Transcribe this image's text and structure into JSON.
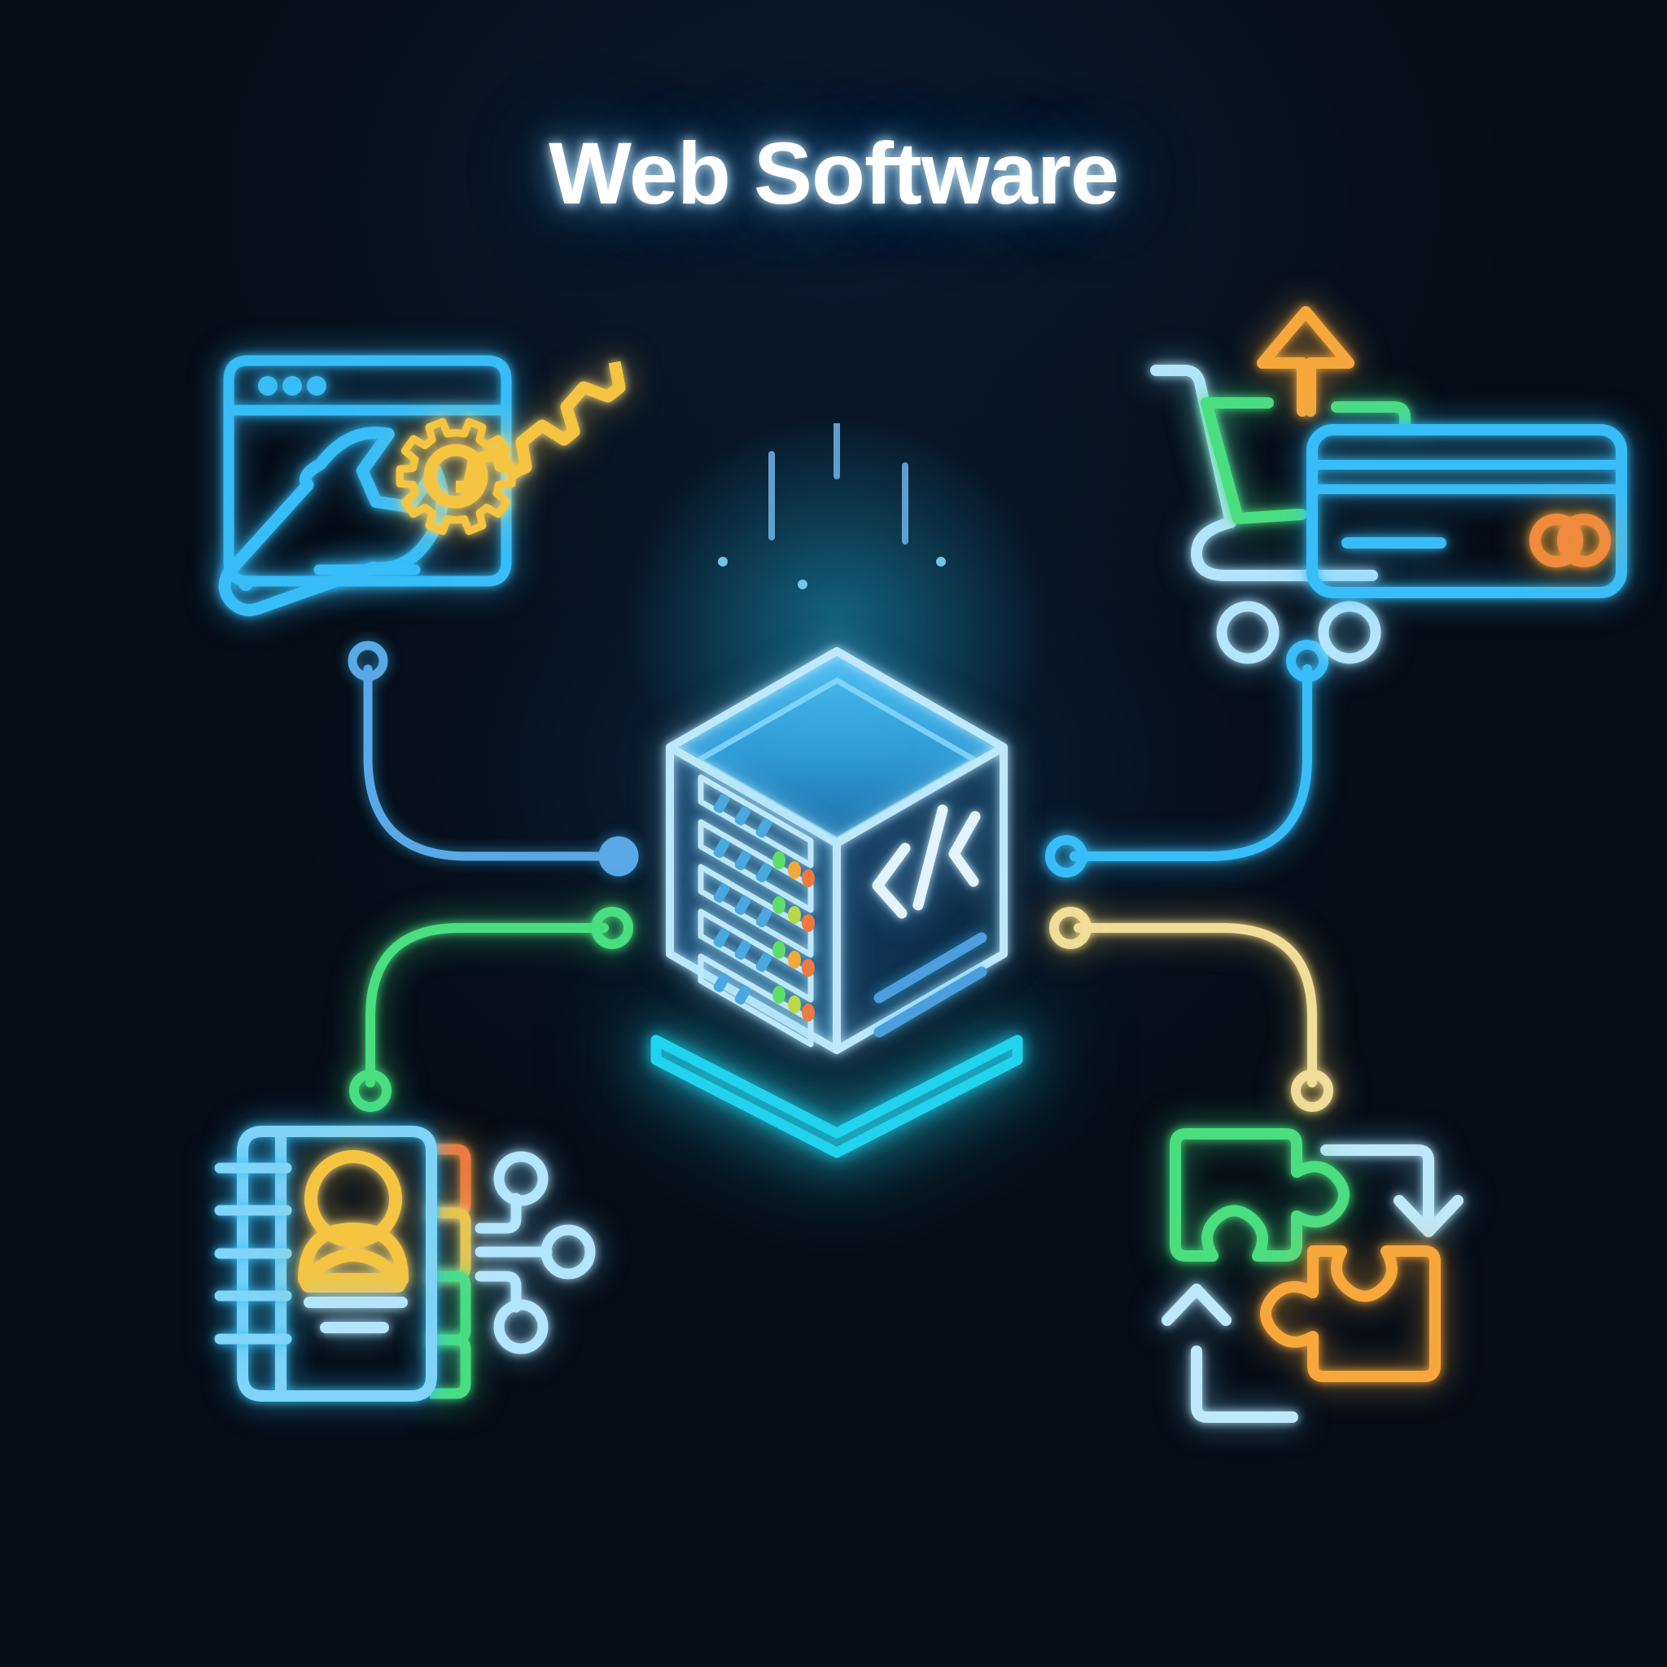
{
  "page": {
    "title": "Web Software",
    "background_color": "#050d18"
  },
  "palette": {
    "cyan": "#38bdf8",
    "light_blue": "#b3e5fc",
    "green": "#4ade80",
    "orange": "#f7a83c",
    "yellow": "#f5d77a",
    "amber": "#f5c542",
    "turquoise": "#22d3ee",
    "white": "#ffffff"
  },
  "center": {
    "node_name": "server-stack",
    "code_symbol": "</>",
    "rack_count": 5,
    "led_colors": [
      "#5ddf6a",
      "#f2a93b",
      "#f07a3f"
    ],
    "base_color": "#22d3ee",
    "data_stream_color": "#2ee6d6",
    "top_face_color": "#2b9fe0"
  },
  "icons": [
    {
      "id": "web-development",
      "name": "browser-wrench-gear-icon",
      "position": "top-left",
      "colors": {
        "browser": "#38bdf8",
        "wrench": "#38bdf8",
        "gear": "#f5c542"
      },
      "parts": [
        "browser-window",
        "window-dots",
        "wrench",
        "gear"
      ]
    },
    {
      "id": "ecommerce",
      "name": "shopping-cart-credit-card-icon",
      "position": "top-right",
      "colors": {
        "cart_body": "#4ade80",
        "cart_frame": "#b3e5fc",
        "arrow": "#f7a83c",
        "card": "#38bdf8",
        "card_chip": "#f08a3c"
      },
      "parts": [
        "shopping-cart",
        "cart-wheels",
        "up-arrow",
        "credit-card"
      ]
    },
    {
      "id": "crm-contacts",
      "name": "contact-book-network-icon",
      "position": "bottom-left",
      "colors": {
        "book": "#7fd4f7",
        "avatar": "#f5c542",
        "tabs": [
          "#f07a3f",
          "#f5c542",
          "#4ade80"
        ],
        "network": "#b3e5fc"
      },
      "parts": [
        "contact-book",
        "spiral-binding",
        "user-avatar",
        "text-lines",
        "color-tabs",
        "network-tree"
      ]
    },
    {
      "id": "integrations",
      "name": "puzzle-sync-icon",
      "position": "bottom-right",
      "colors": {
        "piece_a": "#4ade80",
        "piece_b": "#f7a83c",
        "arrows": "#bfe9fb"
      },
      "parts": [
        "puzzle-piece-green",
        "puzzle-piece-orange",
        "sync-arrow-down",
        "sync-arrow-up"
      ]
    }
  ],
  "connectors": [
    {
      "id": "conn-top-left",
      "color": "#5aa9e6",
      "from": "web-development",
      "to": "server-stack"
    },
    {
      "id": "conn-top-right",
      "color": "#38bdf8",
      "from": "ecommerce",
      "to": "server-stack"
    },
    {
      "id": "conn-bottom-left",
      "color": "#4ade80",
      "from": "crm-contacts",
      "to": "server-stack"
    },
    {
      "id": "conn-bottom-right",
      "color": "#f0dd9a",
      "from": "integrations",
      "to": "server-stack"
    }
  ]
}
